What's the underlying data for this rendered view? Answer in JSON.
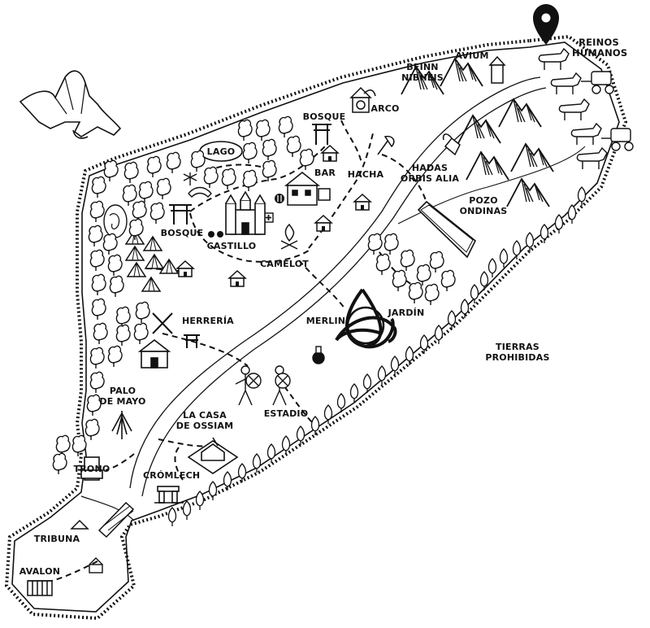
{
  "colors": {
    "ink": "#111111",
    "paper": "#ffffff"
  },
  "icons": {
    "pin": "map-pin-icon",
    "dragon": "dragon-icon",
    "castle": "castle-icon",
    "triquetra": "triquetra-icon",
    "mountain": "mountain-icon",
    "tree": "tree-icon",
    "house": "house-icon",
    "tent": "tent-icon",
    "torii": "torii-gate-icon",
    "bridge": "bridge-icon",
    "campfire": "campfire-icon",
    "swords": "crossed-swords-icon",
    "horse": "horse-icon",
    "carriage": "carriage-icon",
    "warrior": "warrior-icon",
    "throne": "throne-icon",
    "maypole": "maypole-icon",
    "potion": "potion-icon"
  },
  "labels": {
    "reinos_humanos": "REINOS\nHUMANOS",
    "avium": "AVIUM",
    "beinn_nibheis": "BEINN\nNIBHEIS",
    "arco": "ARCO",
    "bosque_top": "BOSQUE",
    "lago": "LAGO",
    "bar": "BAR",
    "hacha": "HACHA",
    "hadas_orbis_alia": "HADAS\nORBIS ALIA",
    "pozo_ondinas": "POZO\nONDINAS",
    "bosque_left": "BOSQUE",
    "castillo": "CASTILLO",
    "camelot": "CAMELOT",
    "merlin": "MERLIN",
    "jardin": "JARDÍN",
    "tierras_prohibidas": "TIERRAS PROHIBIDAS",
    "herreria": "HERRERÍA",
    "estadio": "ESTADIO",
    "palo_de_mayo": "PALO\nDE MAYO",
    "la_casa_de_ossiam": "LA CASA\nDE OSSIAM",
    "trono": "TRONO",
    "cromlech": "CRÓMLECH",
    "tribuna": "TRIBUNA",
    "avalon": "AVALON"
  }
}
